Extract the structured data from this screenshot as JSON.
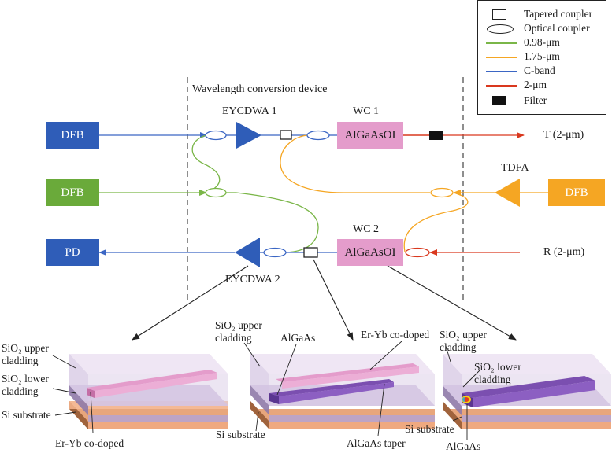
{
  "legend": {
    "tapered": "Tapered coupler",
    "optical": "Optical coupler",
    "l098": "0.98-μm",
    "l175": "1.75-μm",
    "cband": "C-band",
    "l2um": "2-μm",
    "filter": "Filter"
  },
  "colors": {
    "c098": "#7ab648",
    "c175": "#f5a623",
    "cband": "#3b66c4",
    "c2um": "#d9381e",
    "dfb_blue": "#2f5db8",
    "dfb_green": "#6aaa3a",
    "dfb_orange": "#f5a623",
    "wc_pink": "#e49ccb"
  },
  "title": "Wavelength conversion device",
  "sources": {
    "dfb_top": "DFB",
    "dfb_mid": "DFB",
    "pd": "PD",
    "dfb_right": "DFB"
  },
  "amps": {
    "eycdwa1": "EYCDWA 1",
    "eycdwa2": "EYCDWA 2",
    "tdfa": "TDFA"
  },
  "wc": {
    "wc1": "WC 1",
    "wc2": "WC 2",
    "box1": "AlGaAsOI",
    "box2": "AlGaAsOI"
  },
  "ports": {
    "t": "T (2-μm)",
    "r": "R (2-μm)"
  },
  "cs1": {
    "upper": "SiO₂ upper\ncladding",
    "lower": "SiO₂ lower\ncladding",
    "sub": "Si substrate",
    "core": "Er-Yb co-doped"
  },
  "cs2": {
    "upper": "SiO₂ upper\ncladding",
    "algaas": "AlGaAs",
    "core": "Er-Yb co-doped",
    "sub": "Si substrate",
    "taper": "AlGaAs taper"
  },
  "cs3": {
    "upper": "SiO₂ upper\ncladding",
    "lower": "SiO₂ lower\ncladding",
    "sub": "Si substrate",
    "algaas": "AlGaAs"
  }
}
